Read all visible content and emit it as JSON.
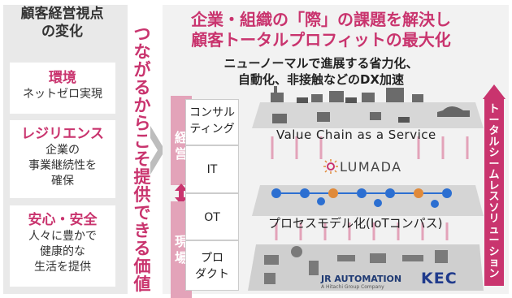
{
  "left": {
    "title_line1": "顧客経営視点",
    "title_line2": "の変化",
    "cards": [
      {
        "title": "環境",
        "body1": "ネットゼロ実現",
        "body2": "",
        "body3": ""
      },
      {
        "title": "レジリエンス",
        "body1": "企業の",
        "body2": "事業継続性を",
        "body3": "確保"
      },
      {
        "title": "安心・安全",
        "body1": "人々に豊かで",
        "body2": "健康的な",
        "body3": "生活を提供"
      }
    ]
  },
  "slogan": [
    "つ",
    "な",
    "が",
    "る",
    "か",
    "ら",
    "こ",
    "そ",
    "提",
    "供",
    "で",
    "き",
    "る",
    "価",
    "値"
  ],
  "headline": {
    "line1": "企業・組織の「際」の課題を解決し",
    "line2": "顧客トータルプロフィットの最大化"
  },
  "subhead": {
    "line1": "ニューノーマルで進展する省力化、",
    "line2": "自動化、非接触などのDX加速"
  },
  "stages": {
    "management": [
      "経",
      "営"
    ],
    "field": [
      "現",
      "場"
    ]
  },
  "layers": {
    "consulting_line1": "コンサル",
    "consulting_line2": "ティング",
    "it": "IT",
    "ot": "OT",
    "product_line1": "プロ",
    "product_line2": "ダクト"
  },
  "scene": {
    "value_chain": "Value Chain as a Service",
    "lumada": "LUMADA",
    "process_model": "プロセスモデル化(IoTコンパス)"
  },
  "total_solution": [
    "ト",
    "ー",
    "タ",
    "ル",
    "シ",
    "ー",
    "ム",
    "レ",
    "ス",
    "ソ",
    "リ",
    "ュ",
    "ー",
    "シ",
    "ョ",
    "ン"
  ],
  "logos": {
    "jr_automation": "JR AUTOMATION",
    "jr_sub": "A Hitachi Group Company",
    "kec": "KEC"
  },
  "colors": {
    "accent": "#c9346e",
    "stage_bar": "#e3a3b9",
    "panel": "#e9e9e9"
  }
}
